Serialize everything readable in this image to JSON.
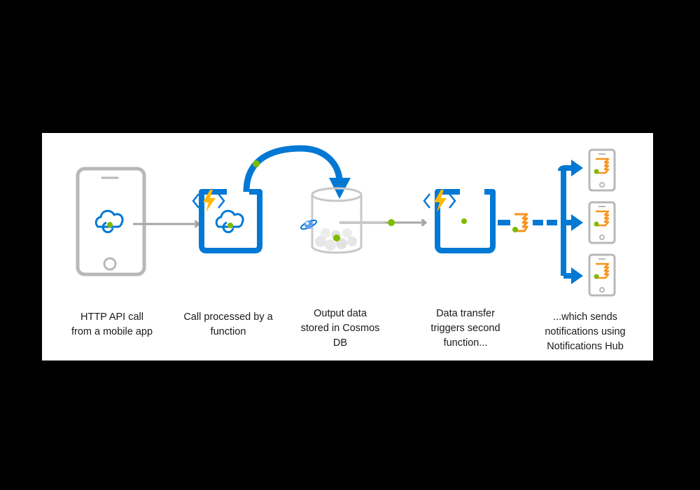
{
  "steps": [
    {
      "id": "mobile",
      "caption": "HTTP API call\nfrom a mobile app",
      "icon": "phone-cloud-icon"
    },
    {
      "id": "function1",
      "caption": "Call processed by a\nfunction",
      "icon": "azure-function-icon"
    },
    {
      "id": "cosmos",
      "caption": "Output data\nstored in Cosmos\nDB",
      "icon": "cosmos-db-icon"
    },
    {
      "id": "function2",
      "caption": "Data transfer\ntriggers second\nfunction...",
      "icon": "azure-function-icon"
    },
    {
      "id": "notify",
      "caption": "...which sends\nnotifications using\nNotifications Hub",
      "icon": "notification-phones-icon"
    }
  ],
  "colors": {
    "page": "#000000",
    "panel": "#ffffff",
    "azure_blue": "#0078d4",
    "arrow_gray": "#a5a5a5",
    "phone_gray": "#b8b8b8",
    "lightning": "#ffb900",
    "accent_green": "#7fba00",
    "notification_orange": "#f7931e"
  }
}
